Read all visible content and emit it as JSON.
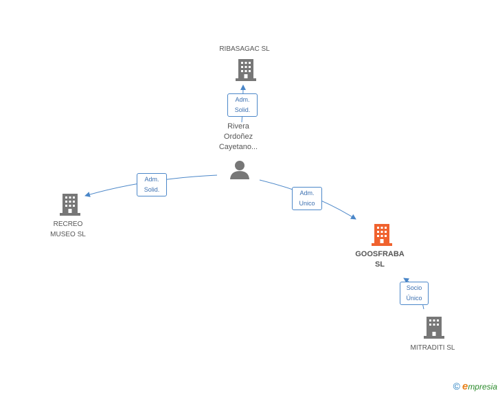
{
  "nodes": {
    "ribasagac": {
      "label": "RIBASAGAC SL",
      "kind": "company",
      "color": "#777777"
    },
    "person": {
      "label": "Rivera\nOrdoñez\nCayetano...",
      "kind": "person",
      "color": "#777777"
    },
    "recreo": {
      "label": "RECREO\nMUSEO SL",
      "kind": "company",
      "color": "#777777"
    },
    "goosfraba": {
      "label": "GOOSFRABA\nSL",
      "kind": "company-main",
      "color": "#f0622e"
    },
    "mitraditi": {
      "label": "MITRADITI SL",
      "kind": "company",
      "color": "#777777"
    }
  },
  "edges": {
    "to_ribasagac": {
      "line1": "Adm.",
      "line2": "Solid."
    },
    "to_recreo": {
      "line1": "Adm.",
      "line2": "Solid."
    },
    "to_goosfraba": {
      "line1": "Adm.",
      "line2": "Unico"
    },
    "to_mitraditi": {
      "line1": "Socio",
      "line2": "Único"
    }
  },
  "colors": {
    "edge": "#4a86c8",
    "icon_gray": "#777777",
    "icon_main": "#f0622e"
  },
  "footer": {
    "copyright": "©",
    "brand_initial": "e",
    "brand_rest": "mpresia"
  }
}
